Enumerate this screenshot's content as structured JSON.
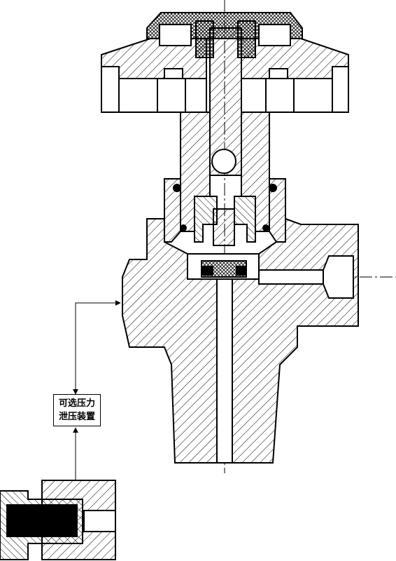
{
  "diagram": {
    "type": "valve-cross-section",
    "callout": {
      "line1": "可选压力",
      "line2": "泄压装置"
    },
    "colors": {
      "stroke": "#000000",
      "background": "#ffffff",
      "hatch": "#000000"
    }
  }
}
